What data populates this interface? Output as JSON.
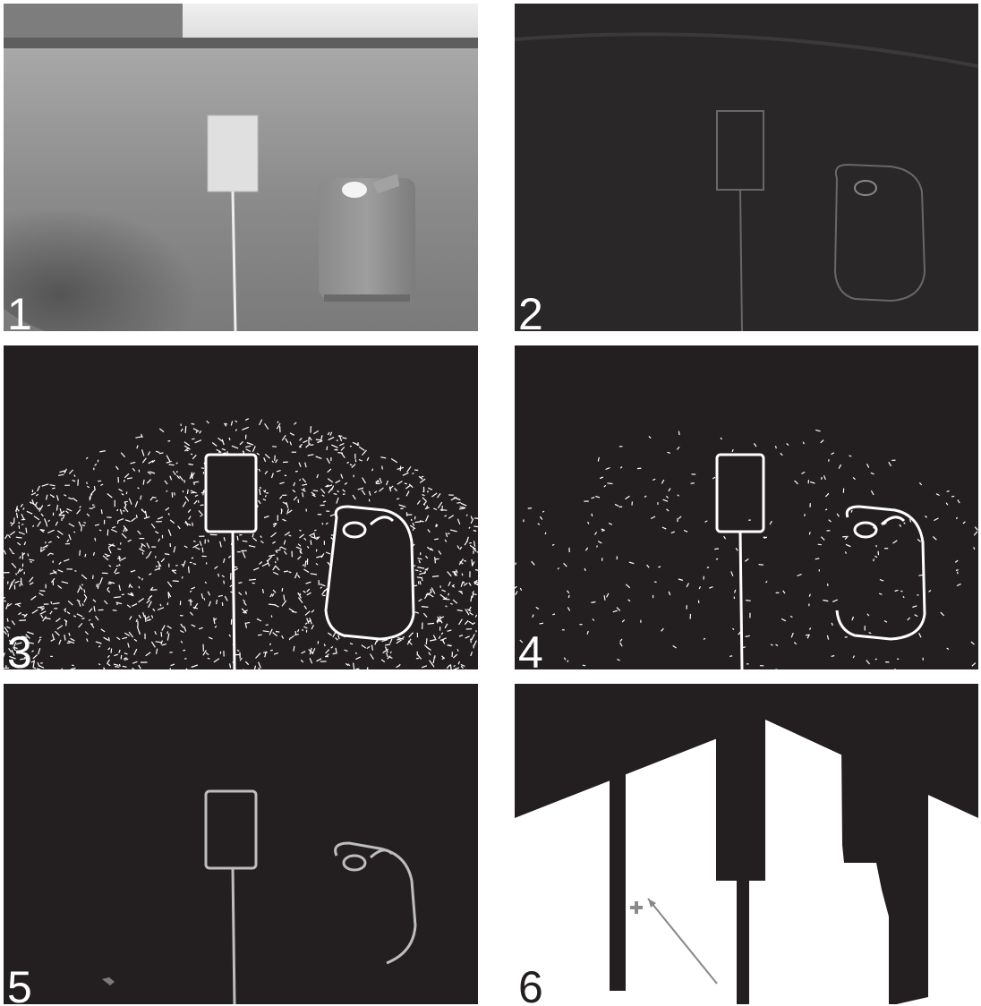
{
  "panels": [
    {
      "label": "1",
      "stage": "original-photo"
    },
    {
      "label": "2",
      "stage": "edge-gradient"
    },
    {
      "label": "3",
      "stage": "binary-edges"
    },
    {
      "label": "4",
      "stage": "filtered-edges"
    },
    {
      "label": "5",
      "stage": "object-contours"
    },
    {
      "label": "6",
      "stage": "free-space-map"
    }
  ],
  "colors": {
    "dark": "#231f20",
    "white": "#ffffff",
    "grey": "#9a9a9a",
    "grass": "#8a8a8a",
    "sky": "#e6e6e6"
  }
}
